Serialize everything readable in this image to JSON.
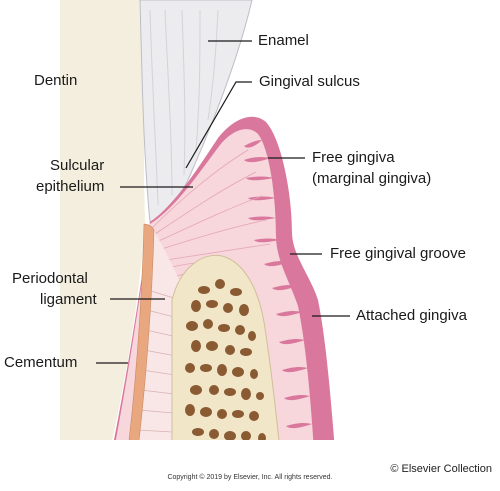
{
  "labels": {
    "enamel": "Enamel",
    "dentin": "Dentin",
    "gingival_sulcus": "Gingival sulcus",
    "sulcular_epithelium_1": "Sulcular",
    "sulcular_epithelium_2": "epithelium",
    "free_gingiva_1": "Free gingiva",
    "free_gingiva_2": "(marginal gingiva)",
    "free_gingival_groove": "Free gingival groove",
    "periodontal_ligament_1": "Periodontal",
    "periodontal_ligament_2": "ligament",
    "attached_gingiva": "Attached gingiva",
    "cementum": "Cementum"
  },
  "footer": {
    "copyright": "Copyright © 2019 by Elsevier, Inc. All rights reserved.",
    "collection": "© Elsevier Collection"
  },
  "colors": {
    "dentin": "#f3eedd",
    "enamel": "#ececef",
    "gingiva_outer": "#d9789c",
    "gingiva_inner": "#f7d6dc",
    "bone": "#f2e6c8",
    "bone_pores": "#8a5a32",
    "cementum": "#e8a77f",
    "leader_line": "#1a1a1a"
  }
}
